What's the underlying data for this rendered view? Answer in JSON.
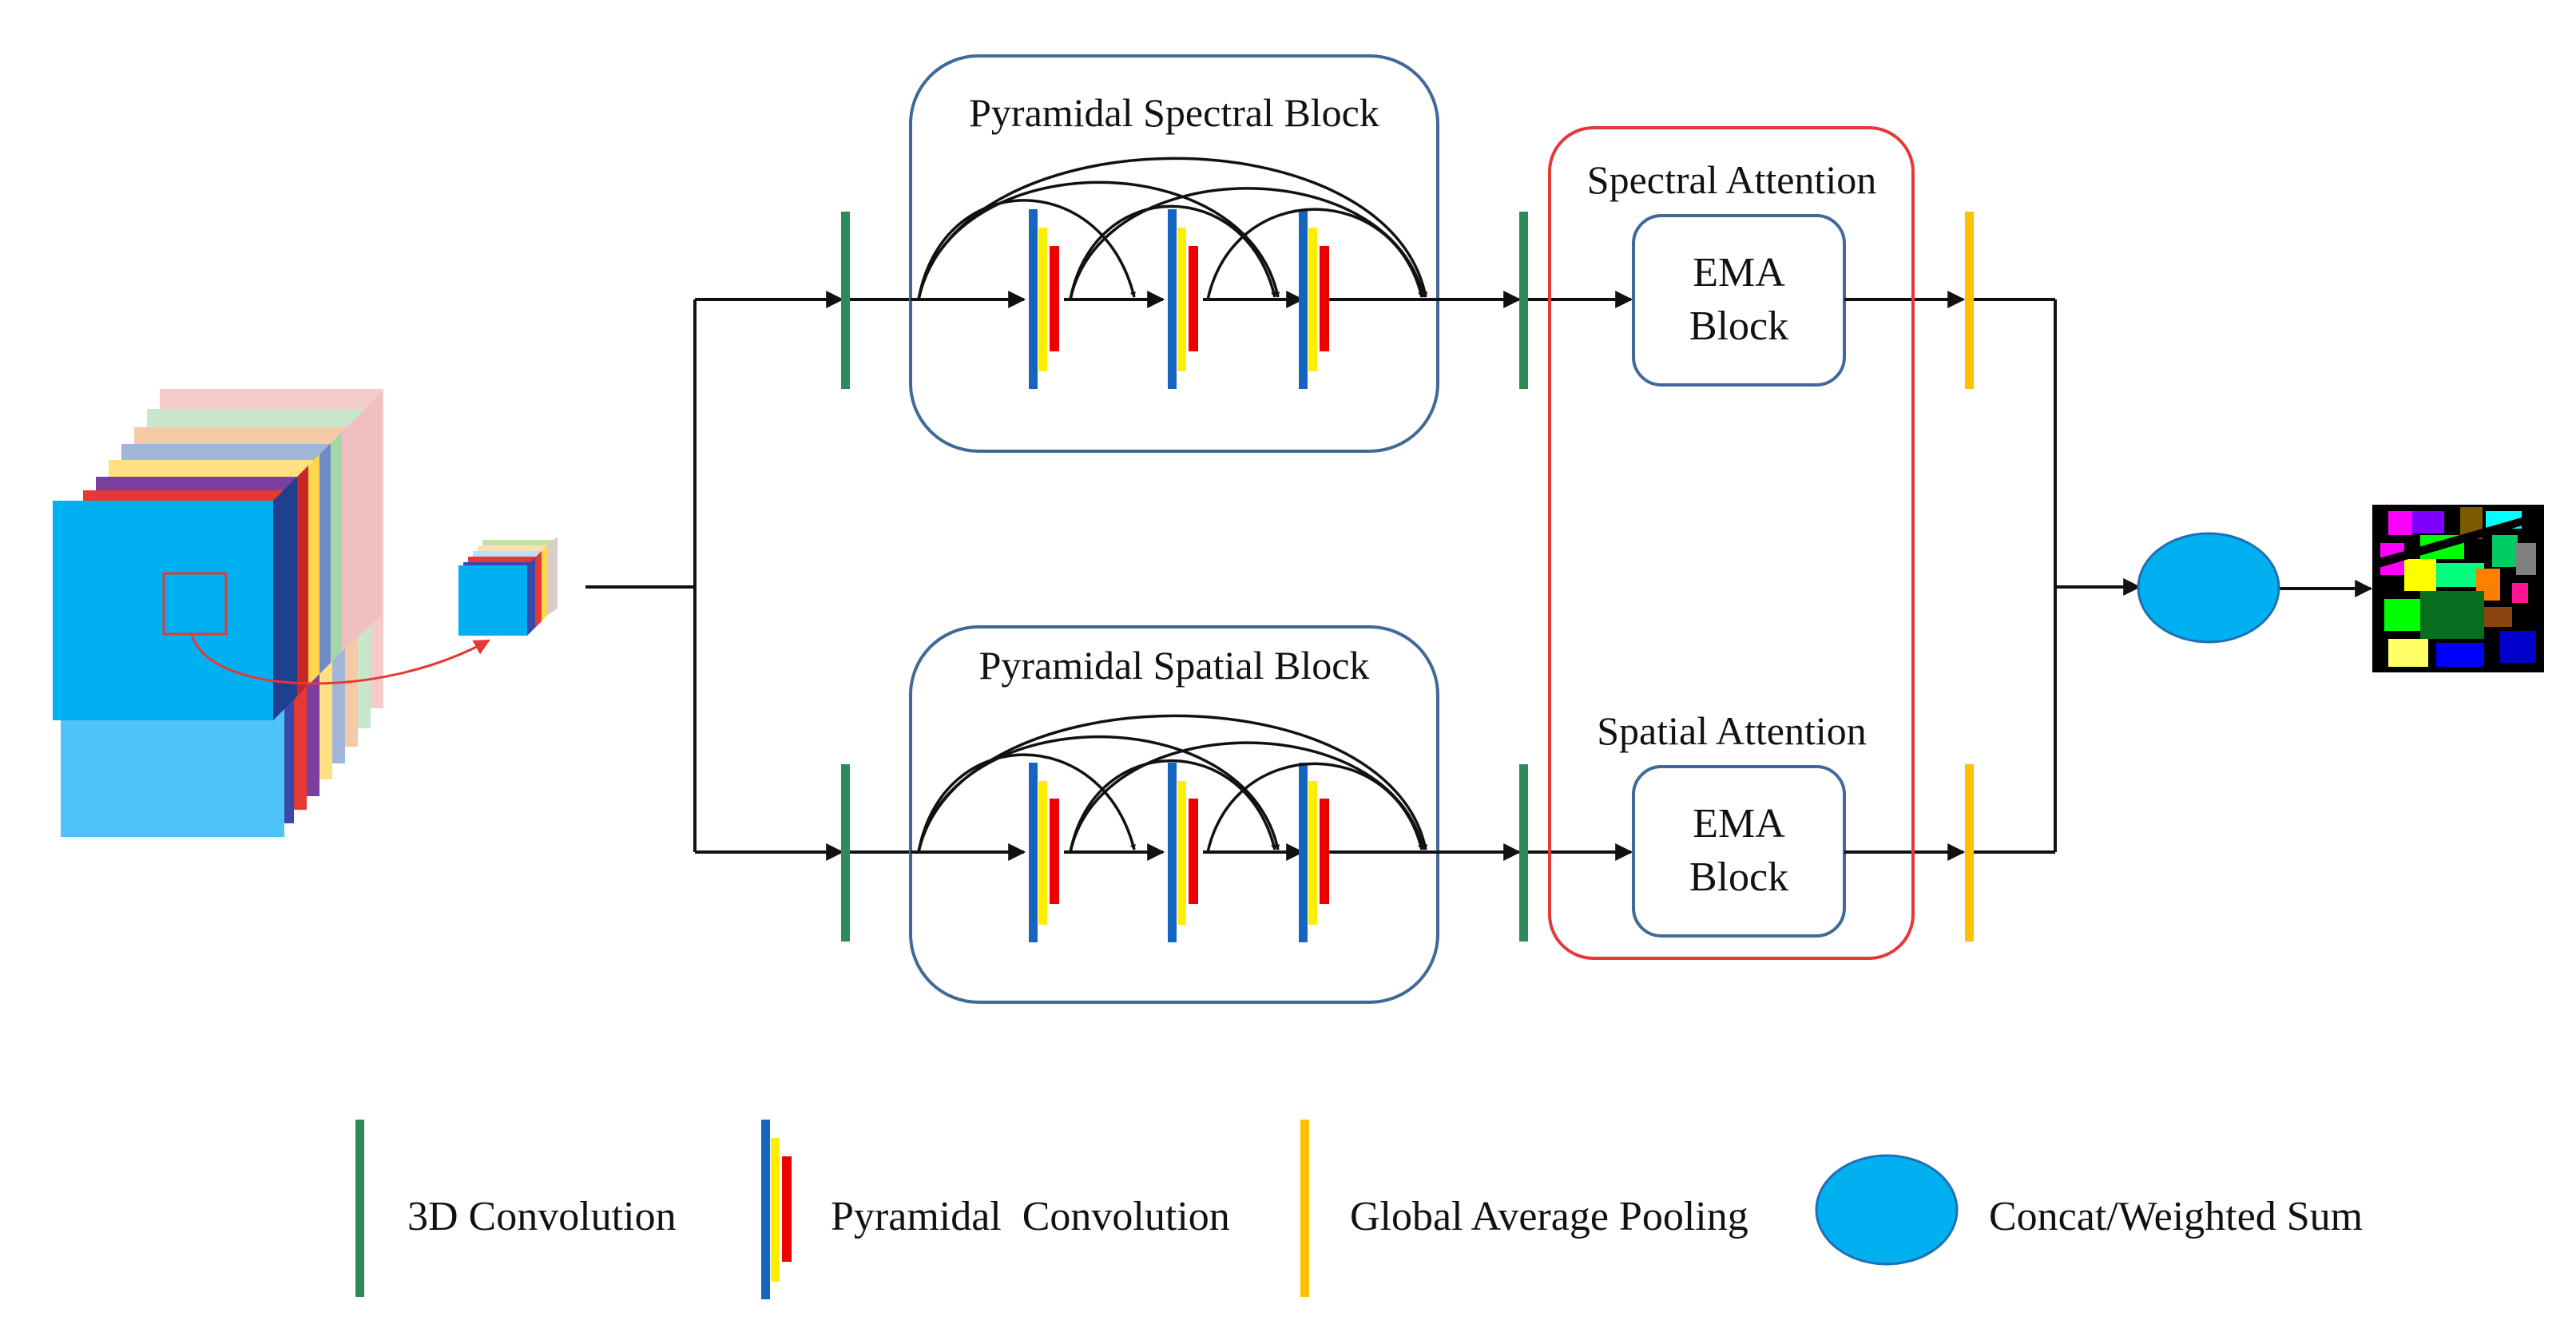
{
  "labels": {
    "spectral_block": "Pyramidal Spectral Block",
    "spatial_block": "Pyramidal Spatial Block",
    "spectral_attention": "Spectral Attention",
    "spatial_attention": "Spatial Attention",
    "ema_line1": "EMA",
    "ema_line2": "Block"
  },
  "legend": {
    "conv3d": "3D Convolution",
    "pyramidal": "Pyramidal  Convolution",
    "gap": "Global Average Pooling",
    "concat": "Concat/Weighted Sum"
  },
  "colors": {
    "conv3d": "#2e8b57",
    "pyr_blue": "#1565c0",
    "pyr_yellow": "#ffee00",
    "pyr_red": "#ee0000",
    "gap": "#ffc000",
    "concat": "#00b0f0",
    "block_border": "#40699a",
    "attention_border": "#e53935",
    "cube_front": "#00b0f0"
  }
}
